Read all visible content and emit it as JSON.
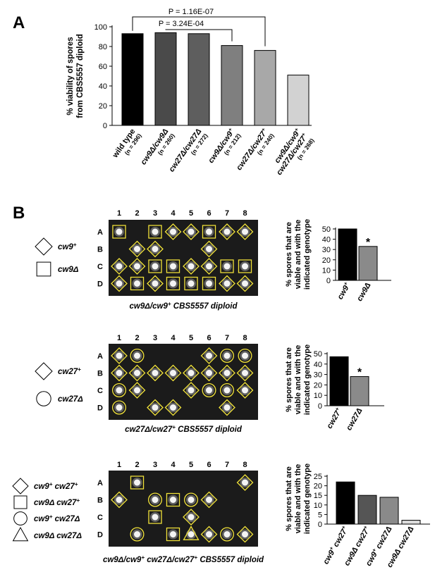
{
  "panel_a": {
    "letter": "A",
    "ylabel_line1": "% viability of spores",
    "ylabel_line2": "from CBS5557 diploid",
    "pvalue_1": "P = 1.16E-07",
    "pvalue_2": "P = 3.24E-04",
    "colors": [
      "#000000",
      "#4a4a4a",
      "#5e5e5e",
      "#7f7f7f",
      "#a8a8a8",
      "#d2d2d2"
    ]
  },
  "panel_b": {
    "letter": "B",
    "plate_cols": [
      "1",
      "2",
      "3",
      "4",
      "5",
      "6",
      "7",
      "8"
    ],
    "plate_rows": [
      "A",
      "B",
      "C",
      "D"
    ],
    "plates": [
      {
        "caption_parts": [
          "cw9Δ/cw9",
          "+",
          " CBS5557 diploid"
        ],
        "legend": [
          {
            "shape": "diamond",
            "parts": [
              "cw9",
              "+"
            ]
          },
          {
            "shape": "square",
            "parts": [
              "cw9Δ"
            ]
          }
        ],
        "spores": [
          {
            "c": 1,
            "r": "A",
            "s": "square"
          },
          {
            "c": 3,
            "r": "A",
            "s": "square"
          },
          {
            "c": 4,
            "r": "A",
            "s": "diamond"
          },
          {
            "c": 5,
            "r": "A",
            "s": "diamond"
          },
          {
            "c": 6,
            "r": "A",
            "s": "square"
          },
          {
            "c": 7,
            "r": "A",
            "s": "diamond"
          },
          {
            "c": 8,
            "r": "A",
            "s": "diamond"
          },
          {
            "c": 2,
            "r": "B",
            "s": "diamond"
          },
          {
            "c": 3,
            "r": "B",
            "s": "diamond"
          },
          {
            "c": 6,
            "r": "B",
            "s": "diamond"
          },
          {
            "c": 1,
            "r": "C",
            "s": "diamond"
          },
          {
            "c": 2,
            "r": "C",
            "s": "diamond"
          },
          {
            "c": 3,
            "r": "C",
            "s": "square"
          },
          {
            "c": 4,
            "r": "C",
            "s": "square"
          },
          {
            "c": 5,
            "r": "C",
            "s": "diamond"
          },
          {
            "c": 6,
            "r": "C",
            "s": "diamond"
          },
          {
            "c": 7,
            "r": "C",
            "s": "square"
          },
          {
            "c": 8,
            "r": "C",
            "s": "square"
          },
          {
            "c": 1,
            "r": "D",
            "s": "diamond"
          },
          {
            "c": 2,
            "r": "D",
            "s": "square"
          },
          {
            "c": 3,
            "r": "D",
            "s": "diamond"
          },
          {
            "c": 4,
            "r": "D",
            "s": "square"
          },
          {
            "c": 5,
            "r": "D",
            "s": "square"
          },
          {
            "c": 6,
            "r": "D",
            "s": "square"
          },
          {
            "c": 7,
            "r": "D",
            "s": "diamond"
          },
          {
            "c": 8,
            "r": "D",
            "s": "diamond"
          }
        ]
      },
      {
        "caption_parts": [
          "cw27Δ/cw27",
          "+",
          " CBS5557 diploid"
        ],
        "legend": [
          {
            "shape": "diamond",
            "parts": [
              "cw27",
              "+"
            ]
          },
          {
            "shape": "circle",
            "parts": [
              "cw27Δ"
            ]
          }
        ],
        "spores": [
          {
            "c": 1,
            "r": "A",
            "s": "diamond"
          },
          {
            "c": 2,
            "r": "A",
            "s": "circle"
          },
          {
            "c": 6,
            "r": "A",
            "s": "diamond"
          },
          {
            "c": 7,
            "r": "A",
            "s": "circle"
          },
          {
            "c": 8,
            "r": "A",
            "s": "circle"
          },
          {
            "c": 1,
            "r": "B",
            "s": "diamond"
          },
          {
            "c": 2,
            "r": "B",
            "s": "diamond"
          },
          {
            "c": 3,
            "r": "B",
            "s": "diamond"
          },
          {
            "c": 4,
            "r": "B",
            "s": "diamond"
          },
          {
            "c": 5,
            "r": "B",
            "s": "diamond"
          },
          {
            "c": 6,
            "r": "B",
            "s": "diamond"
          },
          {
            "c": 7,
            "r": "B",
            "s": "diamond"
          },
          {
            "c": 8,
            "r": "B",
            "s": "diamond"
          },
          {
            "c": 1,
            "r": "C",
            "s": "circle"
          },
          {
            "c": 2,
            "r": "C",
            "s": "diamond"
          },
          {
            "c": 5,
            "r": "C",
            "s": "diamond"
          },
          {
            "c": 6,
            "r": "C",
            "s": "circle"
          },
          {
            "c": 7,
            "r": "C",
            "s": "circle"
          },
          {
            "c": 8,
            "r": "C",
            "s": "diamond"
          },
          {
            "c": 1,
            "r": "D",
            "s": "circle"
          },
          {
            "c": 3,
            "r": "D",
            "s": "diamond"
          },
          {
            "c": 4,
            "r": "D",
            "s": "diamond"
          },
          {
            "c": 7,
            "r": "D",
            "s": "diamond"
          }
        ]
      },
      {
        "caption_parts": [
          "cw9Δ/cw9",
          "+",
          " cw27Δ/cw27",
          "+",
          " CBS5557 diploid"
        ],
        "legend": [
          {
            "shape": "diamond",
            "parts": [
              "cw9",
              "+",
              " cw27",
              "+"
            ]
          },
          {
            "shape": "square",
            "parts": [
              "cw9Δ cw27",
              "+"
            ]
          },
          {
            "shape": "circle",
            "parts": [
              "cw9",
              "+",
              " cw27Δ"
            ]
          },
          {
            "shape": "triangle",
            "parts": [
              "cw9Δ cw27Δ"
            ]
          }
        ],
        "spores": [
          {
            "c": 2,
            "r": "A",
            "s": "square"
          },
          {
            "c": 8,
            "r": "A",
            "s": "diamond"
          },
          {
            "c": 1,
            "r": "B",
            "s": "diamond"
          },
          {
            "c": 3,
            "r": "B",
            "s": "circle"
          },
          {
            "c": 4,
            "r": "B",
            "s": "square"
          },
          {
            "c": 5,
            "r": "B",
            "s": "circle"
          },
          {
            "c": 6,
            "r": "B",
            "s": "diamond"
          },
          {
            "c": 3,
            "r": "C",
            "s": "square"
          },
          {
            "c": 5,
            "r": "C",
            "s": "diamond"
          },
          {
            "c": 2,
            "r": "D",
            "s": "circle"
          },
          {
            "c": 4,
            "r": "D",
            "s": "square"
          },
          {
            "c": 5,
            "r": "D",
            "s": "triangle"
          },
          {
            "c": 6,
            "r": "D",
            "s": "diamond"
          },
          {
            "c": 7,
            "r": "D",
            "s": "circle"
          },
          {
            "c": 8,
            "r": "D",
            "s": "diamond"
          }
        ]
      }
    ],
    "side_ylabel_line1": "% spores that are",
    "side_ylabel_line2": "viable and with the",
    "side_ylabel_line3": "indicated genotype",
    "asterisk": "*"
  },
  "chart_data": [
    {
      "type": "bar",
      "categories": [
        "wild type",
        "cw9Δ/cw9Δ",
        "cw27Δ/cw27Δ",
        "cw9Δ/cw9+",
        "cw27Δ/cw27+",
        "cw9Δ/cw9+ cw27Δ/cw27+"
      ],
      "category_parts": [
        [
          "wild type"
        ],
        [
          "cw9Δ/cw9Δ"
        ],
        [
          "cw27Δ/cw27Δ"
        ],
        [
          "cw9Δ/cw9",
          "+"
        ],
        [
          "cw27Δ/cw27",
          "+"
        ],
        [
          "cw9Δ/cw9",
          "+"
        ],
        [
          "cw27Δ/cw27",
          "+"
        ]
      ],
      "category_line2_parts": [
        [],
        [],
        [],
        [],
        [],
        [
          "cw27Δ/cw27",
          "+"
        ]
      ],
      "n_labels": [
        "(n = 296)",
        "(n = 260)",
        "(n = 272)",
        "(n = 212)",
        "(n = 240)",
        "(n = 268)"
      ],
      "values": [
        93,
        94,
        93,
        81,
        76,
        51
      ],
      "ylim": [
        0,
        100
      ],
      "yticks": [
        0,
        20,
        40,
        60,
        80,
        100
      ]
    },
    {
      "type": "bar",
      "categories": [
        "cw9+",
        "cw9Δ"
      ],
      "values": [
        50,
        33
      ],
      "ylim": [
        0,
        50
      ],
      "yticks": [
        0,
        10,
        20,
        30,
        40,
        50
      ]
    },
    {
      "type": "bar",
      "categories": [
        "cw27+",
        "cw27Δ"
      ],
      "values": [
        47,
        28
      ],
      "ylim": [
        0,
        50
      ],
      "yticks": [
        0,
        10,
        20,
        30,
        40,
        50
      ]
    },
    {
      "type": "bar",
      "categories": [
        "cw9+ cw27+",
        "cw9Δ cw27+",
        "cw9+ cw27Δ",
        "cw9Δ cw27Δ"
      ],
      "values": [
        22,
        15,
        14,
        2
      ],
      "ylim": [
        0,
        25
      ],
      "yticks": [
        0,
        5,
        10,
        15,
        20,
        25
      ]
    }
  ]
}
